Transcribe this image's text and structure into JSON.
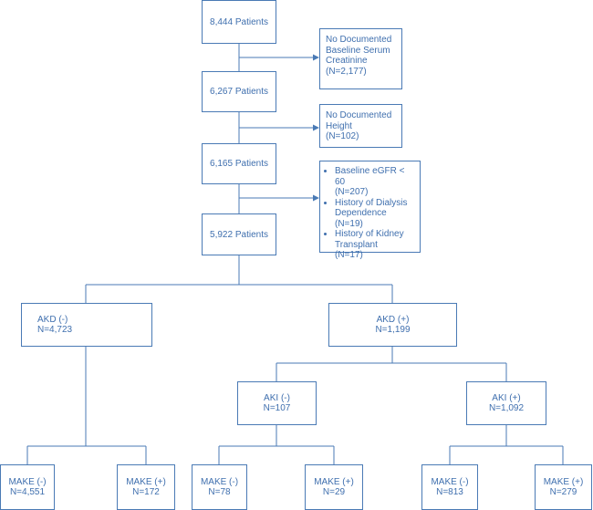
{
  "nodes": {
    "n8444": "8,444 Patients",
    "n6267": "6,267 Patients",
    "n6165": "6,165 Patients",
    "n5922": "5,922 Patients",
    "akd_neg": {
      "line1": "AKD (-)",
      "line2": "N=4,723"
    },
    "akd_pos": {
      "line1": "AKD (+)",
      "line2": "N=1,199"
    },
    "aki_neg": {
      "line1": "AKI (-)",
      "line2": "N=107"
    },
    "aki_pos": {
      "line1": "AKI (+)",
      "line2": "N=1,092"
    },
    "make1": {
      "line1": "MAKE (-)",
      "line2": "N=4,551"
    },
    "make2": {
      "line1": "MAKE (+)",
      "line2": "N=172"
    },
    "make3": {
      "line1": "MAKE (-)",
      "line2": "N=78"
    },
    "make4": {
      "line1": "MAKE (+)",
      "line2": "N=29"
    },
    "make5": {
      "line1": "MAKE (-)",
      "line2": "N=813"
    },
    "make6": {
      "line1": "MAKE (+)",
      "line2": "N=279"
    }
  },
  "exclusions": {
    "ex1": [
      "No Documented",
      "Baseline Serum",
      "Creatinine",
      "(N=2,177)"
    ],
    "ex2": [
      "No Documented",
      "Height",
      "(N=102)"
    ],
    "ex3": [
      [
        "Baseline eGFR < 60",
        "(N=207)"
      ],
      [
        "History of Dialysis",
        "Dependence",
        "(N=19)"
      ],
      [
        "History of Kidney",
        "Transplant",
        "(N=17)"
      ]
    ]
  }
}
